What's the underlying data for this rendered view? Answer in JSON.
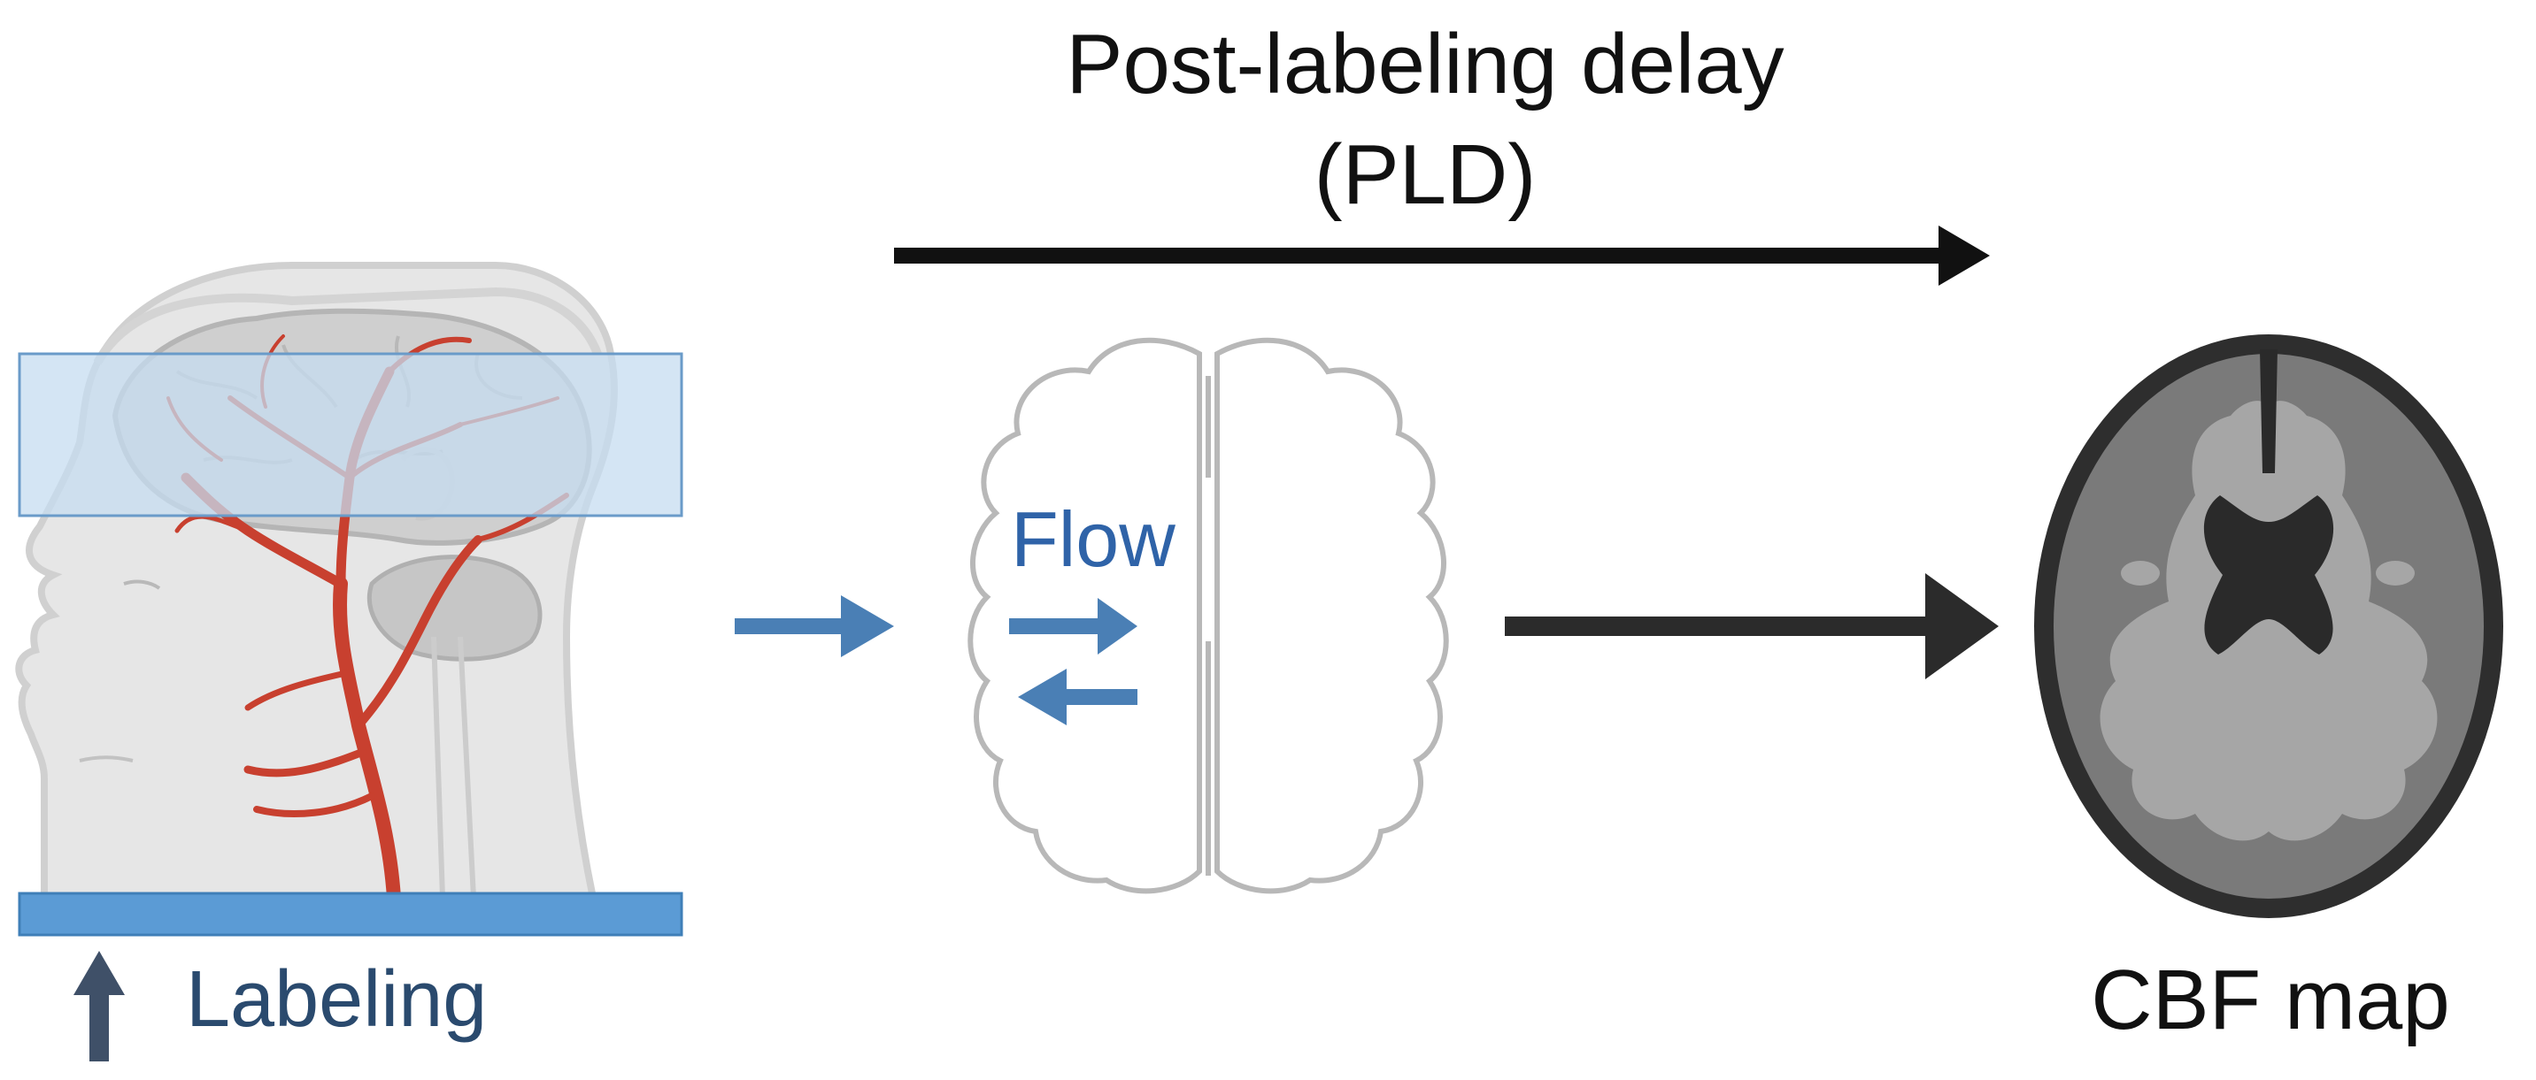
{
  "pld": {
    "line1": "Post-labeling delay",
    "line2": "(PLD)"
  },
  "flow_label": "Flow",
  "labeling_label": "Labeling",
  "cbf_label": "CBF map",
  "colors": {
    "text_dark": "#111111",
    "label_blue": "#2a4a6e",
    "flow_blue": "#2f63a8",
    "arrow_blue": "#4a7fb5",
    "labeling_plane": "#5b9bd5",
    "imaging_slab": "#c5dcf0",
    "artery_red": "#c8402f",
    "head_gray": "#e6e6e6",
    "brain_outline": "#b8b8b8",
    "scan_outer": "#2e2e2e",
    "scan_gray": "#7a7a7a",
    "scan_light": "#a6a6a6",
    "scan_dark": "#2a2a2a"
  },
  "icons": {
    "head": "head-with-arteries-icon",
    "brain_outline": "brain-outline-icon",
    "cbf_scan": "axial-brain-scan-icon",
    "up_arrow": "up-arrow-icon"
  }
}
